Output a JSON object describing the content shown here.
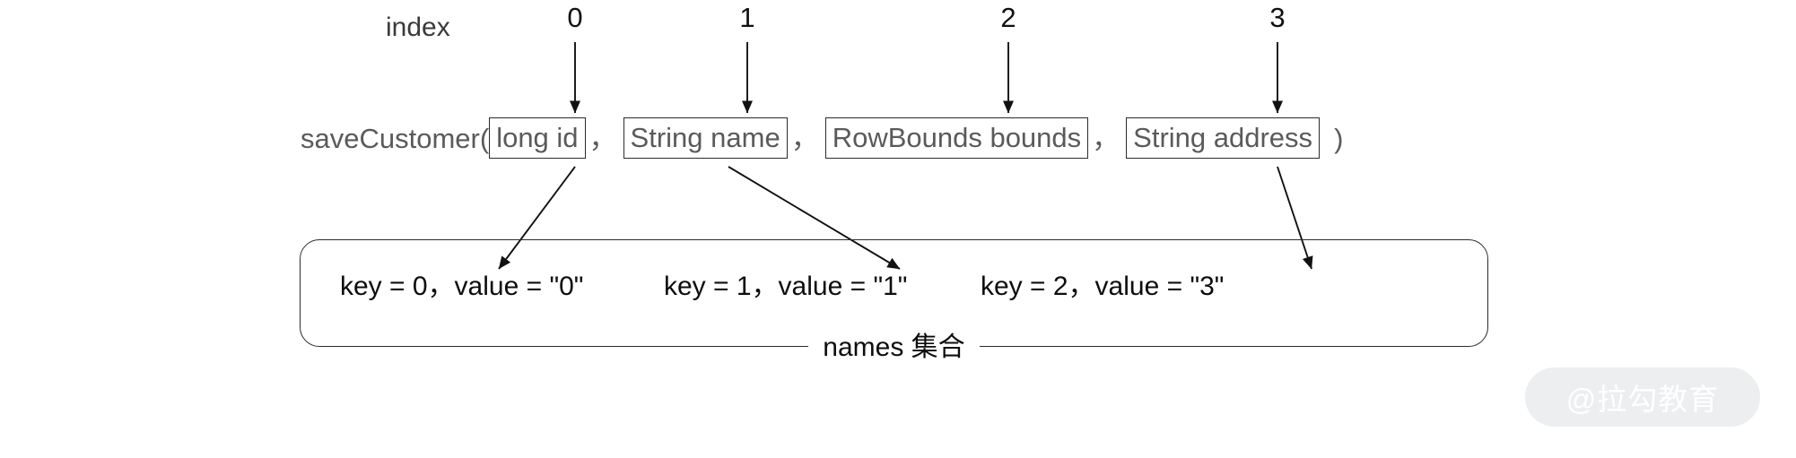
{
  "diagram": {
    "index_label": "index",
    "index_numbers": [
      "0",
      "1",
      "2",
      "3"
    ],
    "signature": {
      "method_prefix": "saveCustomer(",
      "params": [
        "long id",
        "String name",
        "RowBounds bounds",
        "String address"
      ],
      "separator": "，",
      "close_paren": ")"
    },
    "collection": {
      "caption": "names 集合",
      "entries": [
        "key = 0，value = \"0\"",
        "key = 1，value = \"1\"",
        "key = 2，value = \"3\""
      ]
    }
  },
  "watermark": {
    "text": "@拉勾教育"
  },
  "colors": {
    "box_stroke": "#2b2b2b",
    "param_text": "#5a5a5a",
    "body_text": "#0d0d0d",
    "watermark_bg": "#eceef0",
    "watermark_text": "#ffffff",
    "background": "#ffffff"
  }
}
